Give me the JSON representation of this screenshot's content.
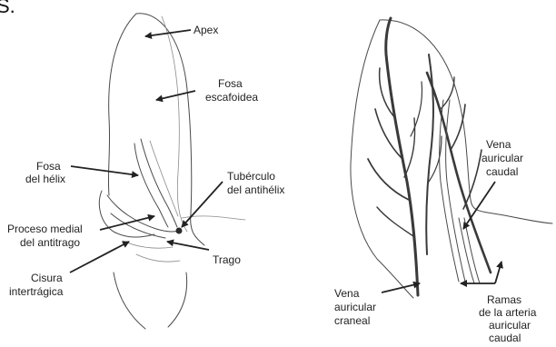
{
  "figure_marker": "S.",
  "left_panel": {
    "labels": {
      "apex": [
        "Apex"
      ],
      "fosa_escafoidea": [
        "Fosa",
        "escafoidea"
      ],
      "fosa_helix": [
        "Fosa",
        "del hélix"
      ],
      "tuberculo": [
        "Tubérculo",
        "del antihélix"
      ],
      "proceso": [
        "Proceso medial",
        "del antitrago"
      ],
      "trago": [
        "Trago"
      ],
      "cisura": [
        "Cisura",
        "intertrágica"
      ]
    }
  },
  "right_panel": {
    "labels": {
      "vena_caudal": [
        "Vena",
        "auricular",
        "caudal"
      ],
      "vena_craneal": [
        "Vena",
        "auricular",
        "craneal"
      ],
      "ramas": [
        "Ramas",
        "de la arteria",
        "auricular",
        "caudal"
      ]
    }
  },
  "colors": {
    "ink": "#222222",
    "sketch": "#4a4a4a",
    "vein": "#3a3a3a",
    "background": "#ffffff"
  }
}
